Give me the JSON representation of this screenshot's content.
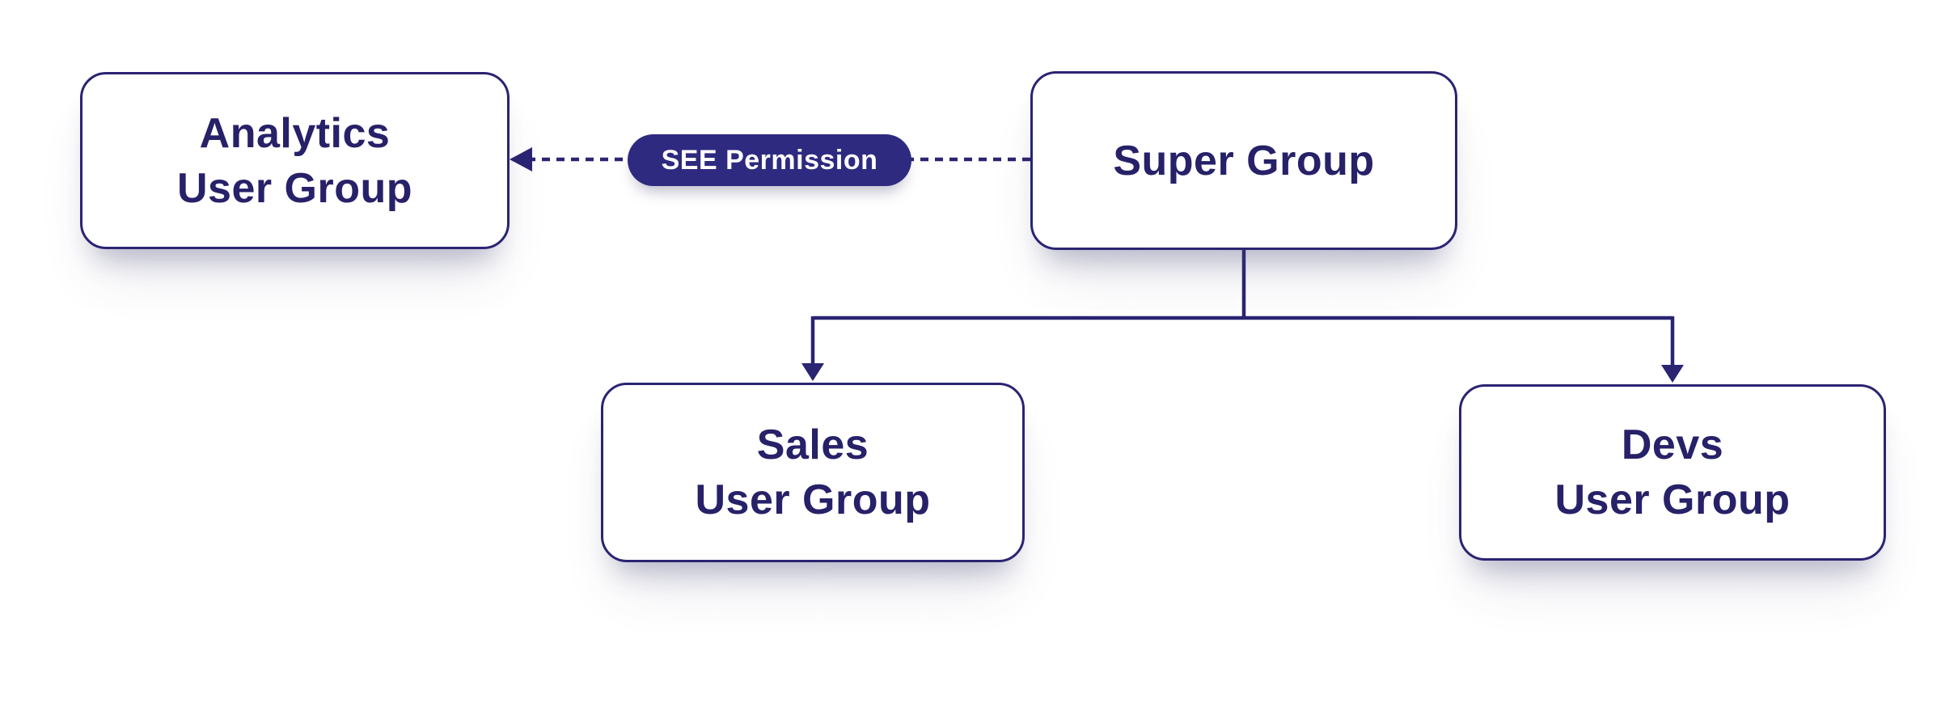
{
  "colors": {
    "ink": "#262168",
    "line": "#2a2472",
    "pill_bg": "#2e2a80",
    "pill_text": "#ffffff",
    "node_bg": "#ffffff",
    "canvas_bg": "#ffffff"
  },
  "nodes": {
    "analytics": {
      "lines": [
        "Analytics",
        "User Group"
      ]
    },
    "super": {
      "lines": [
        "Super Group"
      ]
    },
    "sales": {
      "lines": [
        "Sales",
        "User Group"
      ]
    },
    "devs": {
      "lines": [
        "Devs",
        "User Group"
      ]
    }
  },
  "edges": {
    "see_permission_label": "SEE Permission"
  }
}
